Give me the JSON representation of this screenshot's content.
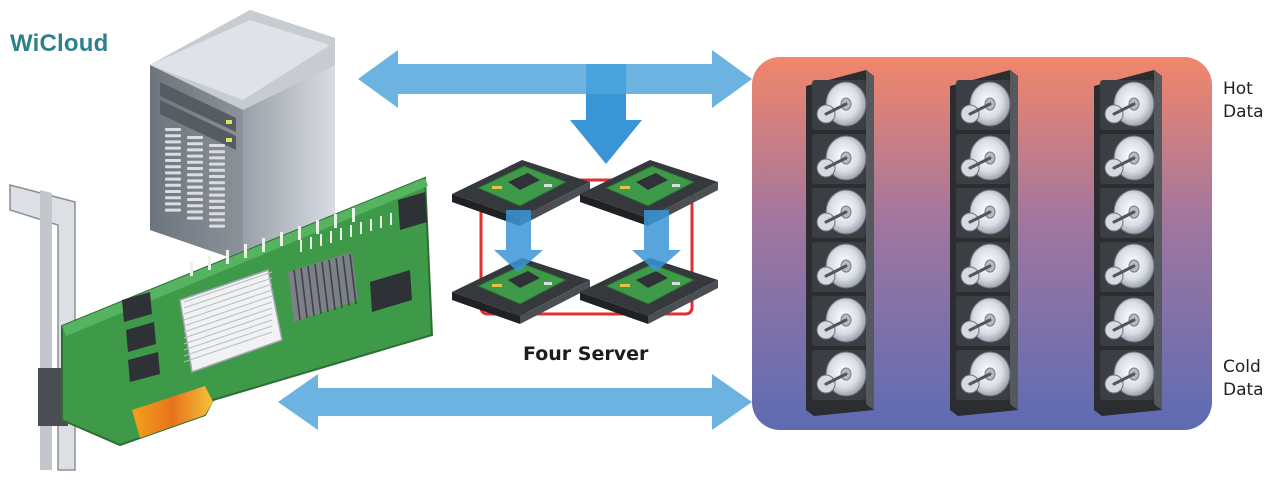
{
  "brand": {
    "name": "WiCloud"
  },
  "cluster": {
    "label": "Four Server"
  },
  "storage_tiers": {
    "hot": {
      "line1": "Hot",
      "line2": "Data"
    },
    "cold": {
      "line1": "Cold",
      "line2": "Data"
    }
  },
  "storage": {
    "disk_columns": 3,
    "disks_per_column": 6
  },
  "colors": {
    "brand_text": "#2f7f8c",
    "arrow": "#6cb3e2",
    "hot_tier": "#f2866a",
    "cold_tier": "#5d6bb3",
    "cluster_frame": "#e03030",
    "board_green": "#3e9a48"
  }
}
